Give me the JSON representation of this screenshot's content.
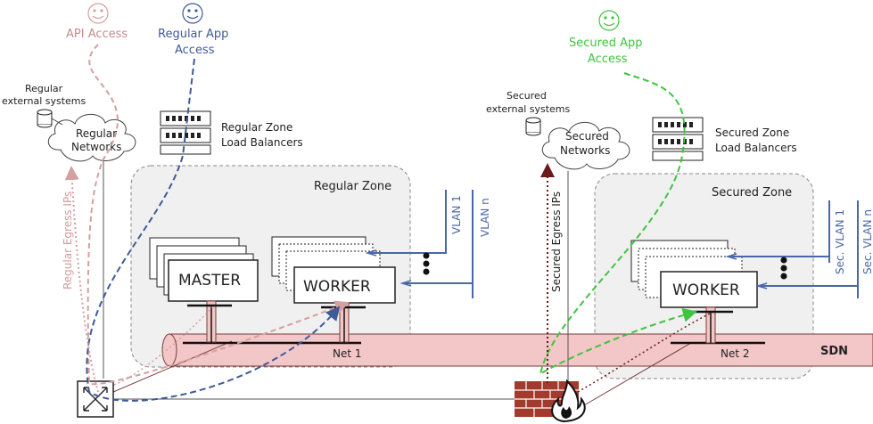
{
  "actors": {
    "api": "API Access",
    "regular_app_line1": "Regular App",
    "regular_app_line2": "Access",
    "secured_app_line1": "Secured App",
    "secured_app_line2": "Access"
  },
  "regular": {
    "ext_line1": "Regular",
    "ext_line2": "external systems",
    "net_line1": "Regular",
    "net_line2": "Networks",
    "lb_line1": "Regular Zone",
    "lb_line2": "Load Balancers",
    "zone": "Regular Zone",
    "master": "MASTER",
    "worker": "WORKER",
    "vlan1": "VLAN 1",
    "vlann": "VLAN n",
    "egress": "Regular Egress IPs",
    "net": "Net 1"
  },
  "secured": {
    "ext_line1": "Secured",
    "ext_line2": "external systems",
    "net_line1": "Secured",
    "net_line2": "Networks",
    "lb_line1": "Secured Zone",
    "lb_line2": "Load Balancers",
    "zone": "Secured Zone",
    "worker": "WORKER",
    "vlan1": "Sec. VLAN 1",
    "vlann": "Sec. VLAN n",
    "egress": "Secured Egress IPs",
    "net": "Net 2"
  },
  "sdn": "SDN",
  "icons": [
    "smiley-icon",
    "database-icon",
    "cloud-icon",
    "server-icon",
    "router-icon",
    "firewall-icon",
    "flame-icon"
  ],
  "colors": {
    "api": "#d4a0a0",
    "regular_app": "#3f5a99",
    "secured_app": "#3fc43f",
    "sdn": "#f3c7c7",
    "zone": "#f0f0f0",
    "vlan": "#4a68a8",
    "firewall": "#a23a2e"
  }
}
